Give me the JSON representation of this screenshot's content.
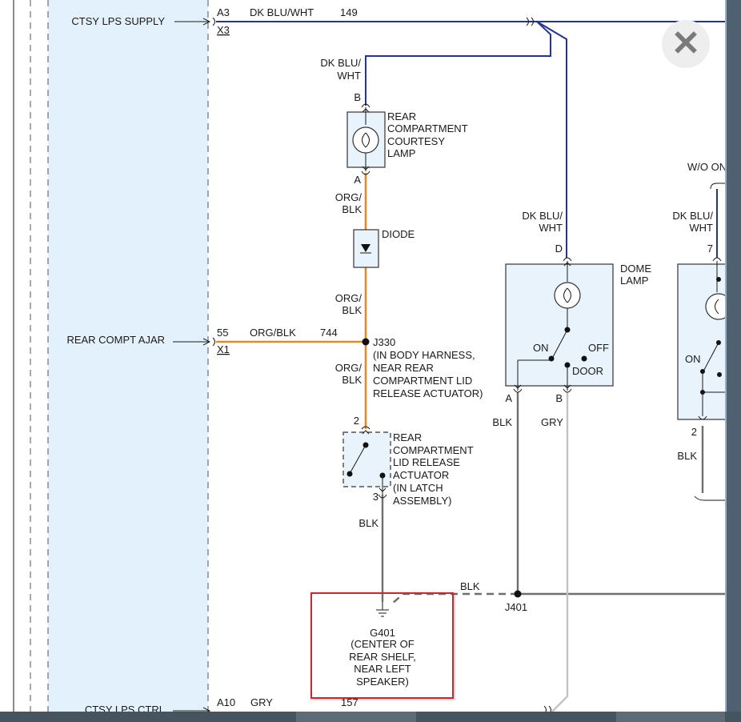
{
  "labels": {
    "ctsy_supply": "CTSY LPS SUPPLY",
    "rear_ajar": "REAR COMPT AJAR",
    "ctsy_ctrl": "CTSY LPS CTRL",
    "a3": "A3",
    "x3": "X3",
    "c55": "55",
    "x1": "X1",
    "a10": "A10",
    "w_dkbluwht": "DK BLU/WHT",
    "w_149": "149",
    "w_orgblk": "ORG/BLK",
    "w_744": "744",
    "w_gry": "GRY",
    "w_157": "157",
    "w_blk": "BLK",
    "dkblu": "DK BLU/",
    "wht": "WHT",
    "org": "ORG/",
    "blk": "BLK",
    "pin_b": "B",
    "pin_a": "A",
    "pin_d": "D",
    "pin_2": "2",
    "pin_3": "3",
    "pin_7": "7",
    "courtesy_lamp": [
      "REAR",
      "COMPARTMENT",
      "COURTESY",
      "LAMP"
    ],
    "diode": "DIODE",
    "j330": [
      "J330",
      "(IN BODY HARNESS,",
      "NEAR REAR",
      "COMPARTMENT LID",
      "RELEASE ACTUATOR)"
    ],
    "actuator": [
      "REAR",
      "COMPARTMENT",
      "LID RELEASE",
      "ACTUATOR",
      "(IN LATCH",
      "ASSEMBLY)"
    ],
    "dome_lamp": [
      "DOME",
      "LAMP"
    ],
    "sw_on": "ON",
    "sw_off": "OFF",
    "sw_door": "DOOR",
    "j401": "J401",
    "g401": [
      "G401",
      "(CENTER OF",
      "REAR SHELF,",
      "NEAR LEFT",
      "SPEAKER)"
    ],
    "wo_on": "W/O ON"
  },
  "close_button": {
    "label": "✕",
    "icon": "close-icon"
  },
  "colors": {
    "blue_wire": "#24339a",
    "orange_wire": "#e08a28",
    "black_wire": "#6e6e6e",
    "gray_wire": "#c2c2c2",
    "component_fill": "#e8f3fb",
    "highlight": "#d0252a"
  }
}
